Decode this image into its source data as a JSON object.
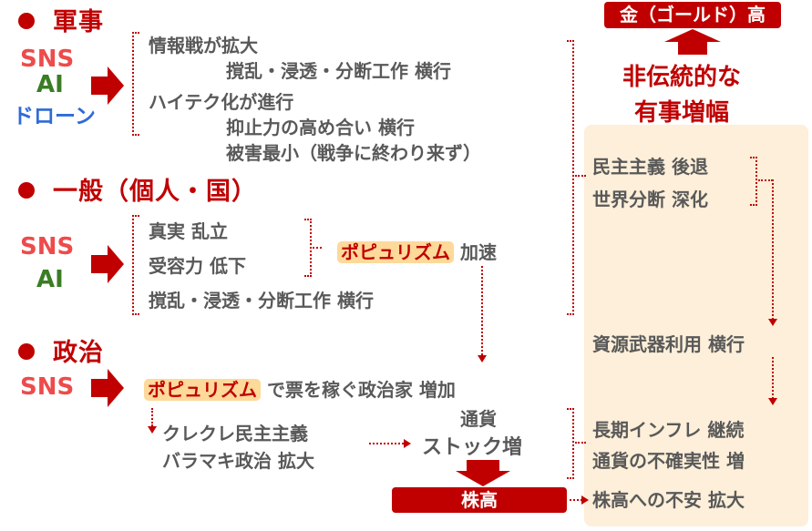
{
  "colors": {
    "accent_red": "#c00000",
    "sns": "#ee4b4b",
    "ai": "#3a7d22",
    "drone": "#2f6bd6",
    "text_gray": "#595959",
    "panel_bg": "#fdefd9",
    "highlight_bg": "#fdd99a"
  },
  "military": {
    "heading": "軍事",
    "sources": [
      "SNS",
      "AI",
      "ドローン"
    ],
    "items": [
      "情報戦が拡大",
      "撹乱・浸透・分断工作 横行",
      "ハイテク化が進行",
      "抑止力の高め合い 横行",
      "被害最小（戦争に終わり来ず）"
    ]
  },
  "general": {
    "heading": "一般（個人・国）",
    "sources": [
      "SNS",
      "AI"
    ],
    "items": [
      "真実 乱立",
      "受容力 低下",
      "撹乱・浸透・分断工作 横行"
    ],
    "result_highlight": "ポピュリズム",
    "result_suffix": "加速"
  },
  "politics": {
    "heading": "政治",
    "source": "SNS",
    "highlight": "ポピュリズム",
    "line_suffix": "で票を稼ぐ政治家 増加",
    "sub_items": [
      "クレクレ民主主義",
      "バラマキ政治 拡大"
    ],
    "currency": [
      "通貨",
      "ストック増"
    ],
    "stock_box": "株高"
  },
  "right": {
    "gold_box": "金（ゴールド）高",
    "unconventional": [
      "非伝統的な",
      "有事増幅"
    ],
    "panel_items": {
      "democracy": "民主主義 後退",
      "division": "世界分断 深化",
      "resources": "資源武器利用 横行",
      "inflation": "長期インフレ 継続",
      "currency_uncertainty": "通貨の不確実性 増",
      "stock_anxiety": "株高への不安 拡大"
    }
  }
}
